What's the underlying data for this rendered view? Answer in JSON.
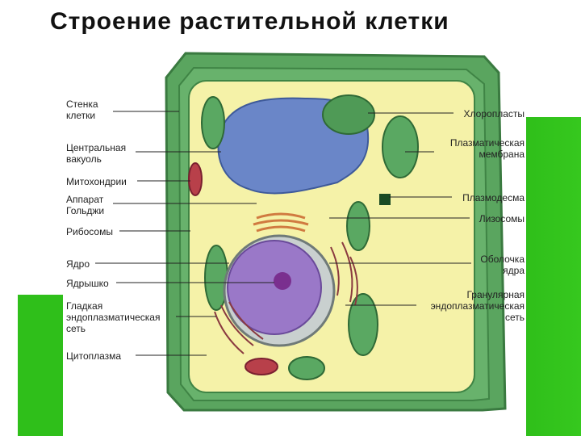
{
  "title": "Строение растительной клетки",
  "labels_left": [
    {
      "id": "cell-wall",
      "lines": [
        "Стенка",
        "клетки"
      ]
    },
    {
      "id": "central-vacuole",
      "lines": [
        "Центральная",
        "вакуоль"
      ]
    },
    {
      "id": "mitochondria",
      "lines": [
        "Митохондрии"
      ]
    },
    {
      "id": "golgi",
      "lines": [
        "Аппарат",
        "Гольджи"
      ]
    },
    {
      "id": "ribosomes",
      "lines": [
        "Рибосомы"
      ]
    },
    {
      "id": "nucleus",
      "lines": [
        "Ядро"
      ]
    },
    {
      "id": "nucleolus",
      "lines": [
        "Ядрышко"
      ]
    },
    {
      "id": "smooth-er",
      "lines": [
        "Гладкая",
        "эндоплазматическая",
        "сеть"
      ]
    },
    {
      "id": "cytoplasm",
      "lines": [
        "Цитоплазма"
      ]
    }
  ],
  "labels_right": [
    {
      "id": "chloroplasts",
      "lines": [
        "Хлоропласты"
      ]
    },
    {
      "id": "plasma-membrane",
      "lines": [
        "Плазматическая",
        "мембрана"
      ]
    },
    {
      "id": "plasmodesma",
      "lines": [
        "Плазмодесма"
      ]
    },
    {
      "id": "lysosomes",
      "lines": [
        "Лизосомы"
      ]
    },
    {
      "id": "nuclear-envelope",
      "lines": [
        "Оболочка",
        "ядра"
      ]
    },
    {
      "id": "rough-er",
      "lines": [
        "Гранулярная",
        "эндоплазматическая",
        "сеть"
      ]
    }
  ],
  "colors": {
    "cell_wall": "#4f9e55",
    "cytoplasm": "#f5f2a8",
    "vacuole": "#6a86c8",
    "nucleus": "#9a78c8",
    "nucleolus": "#7a2f8f",
    "chloroplast": "#5aa862",
    "mitochondria": "#b8404a",
    "golgi": "#e8a070"
  }
}
